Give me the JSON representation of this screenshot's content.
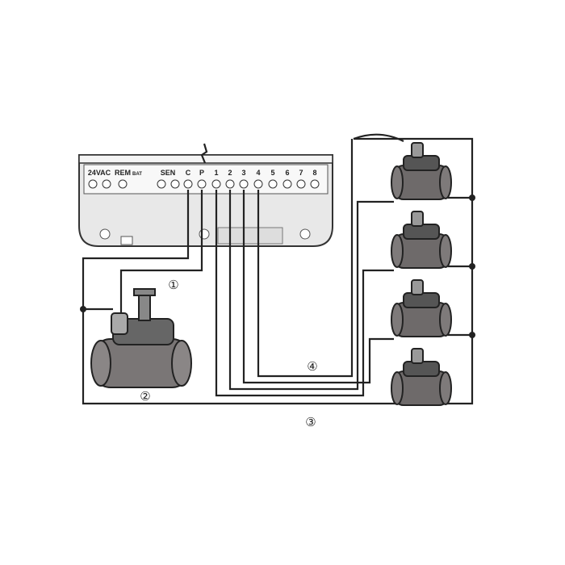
{
  "controller": {
    "terminals": [
      "24VAC",
      "REM",
      "BAT",
      "SEN",
      "C",
      "P",
      "1",
      "2",
      "3",
      "4",
      "5",
      "6",
      "7",
      "8"
    ]
  },
  "callouts": [
    "①",
    "②",
    "③",
    "④"
  ],
  "colors": {
    "line": "#222222",
    "controller": "#e6e6e6",
    "valve": "#6e6a6a"
  }
}
